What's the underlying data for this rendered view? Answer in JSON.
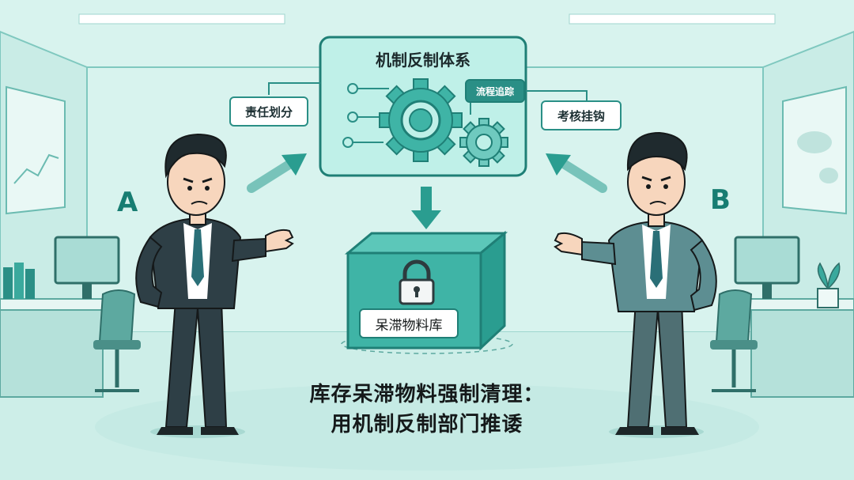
{
  "system": {
    "title": "机制反制体系"
  },
  "tags": {
    "left": "责任划分",
    "right": "考核挂钩",
    "process": "流程追踪"
  },
  "box": {
    "label": "呆滞物料库"
  },
  "people": {
    "left_letter": "A",
    "right_letter": "B"
  },
  "caption": {
    "line1": "库存呆滞物料强制清理：",
    "line2": "用机制反制部门推诿"
  },
  "colors": {
    "background": "#dff5f1",
    "accent": "#2a9d90",
    "accent_dark": "#177d72",
    "suit_dark": "#2e3f46",
    "suit_light": "#5d8e92"
  },
  "icons": [
    "gear-icon",
    "lock-icon",
    "arrow-down-icon",
    "arrow-right-icon",
    "arrow-left-icon",
    "plant-icon",
    "monitor-icon"
  ]
}
